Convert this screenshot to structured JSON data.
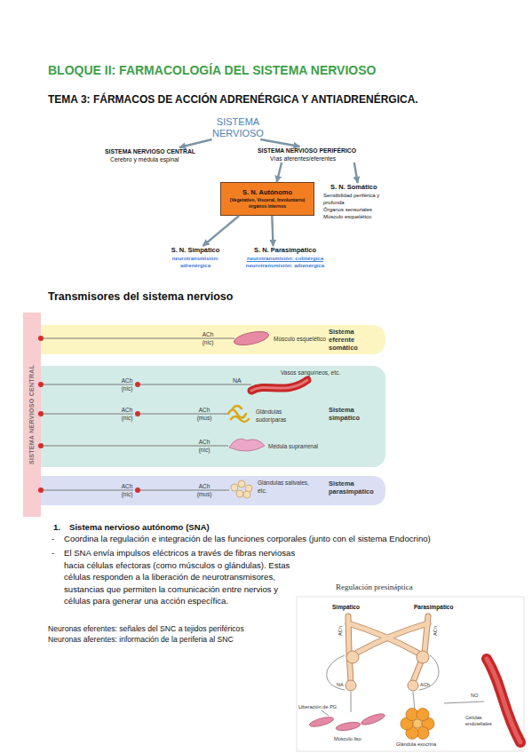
{
  "diagram": {
    "title": "BLOQUE II: FARMACOLOGÍA DEL SISTEMA NERVIOSO",
    "nodes": [
      {
        "text": [
          "SISTEMA NERVIOSO"
        ]
      },
      {
        "text": [
          "SISTEMA NERVIOSO CENTRAL",
          "Cerebro y médula espinal"
        ]
      },
      {
        "text": [
          "SISTEMA NERVIOSO PERIFÉRICO",
          "Vías aferentes/eferentes"
        ]
      },
      {
        "text": [
          "S. N. Autónomo",
          "(Vegetativo, Visceral, Involuntario)",
          "órganos internos"
        ]
      },
      {
        "text": [
          "S. N. Somático",
          "Sensibilidad periférica y profunda",
          "Órganos sensoriales",
          "Músculo esquelético"
        ]
      },
      {
        "text": [
          "S. N. Simpático",
          "neurotransmisión: adrenérgica"
        ]
      },
      {
        "text": [
          "S. N. Parasimpático",
          "neurotransmisión: colinérgica",
          "neurotransmisión: adrenérgica"
        ]
      },
      {
        "text": [
          "SISTEMA NERVIOSO CENTRAL"
        ]
      },
      {
        "text": [
          "ACh (nic)",
          "Músculo esquelético",
          "Sistema eferente somático"
        ]
      },
      {
        "text": [
          "ACh (nic)",
          "NA",
          "Vasos sanguíneos, etc.",
          "ACh (nic)",
          "ACh (mus)",
          "Glándulas sudoríparas",
          "ACh (nic)",
          "Médula suprarrenal",
          "Sistema simpático"
        ]
      },
      {
        "text": [
          "ACh (nic)",
          "ACh (mus)",
          "Glándulas salivales, etc.",
          "Sistema parasimpático"
        ]
      }
    ],
    "edges": [
      {
        "from": 0,
        "to": 1,
        "arrow": "to"
      },
      {
        "from": 0,
        "to": 2,
        "arrow": "to"
      },
      {
        "from": 2,
        "to": 3,
        "arrow": "to"
      },
      {
        "from": 2,
        "to": 4,
        "arrow": "to"
      },
      {
        "from": 3,
        "to": 5,
        "arrow": "to"
      },
      {
        "from": 3,
        "to": 6,
        "arrow": "to"
      }
    ],
    "labels": [
      "TEMA 3: FÁRMACOS DE ACCIÓN ADRENÉRGICA Y ANTIADRENÉRGICA.",
      "Transmisores del sistema nervioso",
      "1.",
      "Sistema nervioso autónomo (SNA)",
      "-",
      "Coordina la regulación e integración de las funciones corporales (junto con el sistema Endocrino)",
      "-",
      "El SNA envía impulsos eléctricos a través de fibras nerviosas hacia células efectoras (como músculos o glándulas). Estas células responden a la liberación de neurotransmisores, sustancias que permiten la comunicación entre nervios y células para generar una acción específica.",
      "Regulación presináptica",
      "Neuronas eferentes: señales del SNC a tejidos periféricos",
      "Neuronas aferentes: información de la periferia al SNC",
      "Simpático",
      "Parasimpático",
      "ACh",
      "ACh",
      "NA",
      "ACh",
      "Liberación de PG",
      "NO",
      "Músculo liso",
      "Glándula exocrina",
      "Células endoteliales"
    ]
  }
}
